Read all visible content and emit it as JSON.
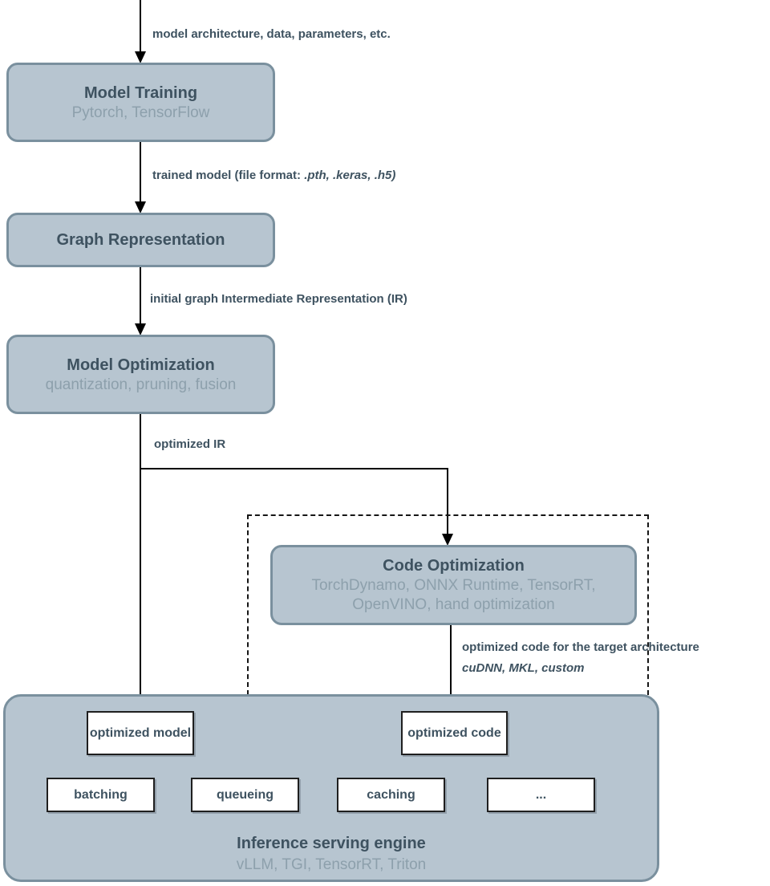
{
  "colors": {
    "node_fill": "#b7c5d0",
    "node_border": "#7a909e",
    "title_text": "#3e5260",
    "subtitle_text": "#8da0ac",
    "line": "#000000",
    "inner_box_bg": "#ffffff",
    "inner_box_border": "#1f1f1f"
  },
  "nodes": {
    "model_training": {
      "title": "Model Training",
      "subtitle": "Pytorch, TensorFlow"
    },
    "graph_representation": {
      "title": "Graph Representation"
    },
    "model_optimization": {
      "title": "Model Optimization",
      "subtitle": "quantization, pruning, fusion"
    },
    "code_optimization": {
      "title": "Code Optimization",
      "subtitle": "TorchDynamo, ONNX Runtime, TensorRT, OpenVINO, hand optimization"
    },
    "inference_engine": {
      "title": "Inference serving engine",
      "subtitle": "vLLM, TGI, TensorRT, Triton"
    }
  },
  "edge_labels": {
    "input": "model architecture, data, parameters, etc.",
    "trained_model_prefix": "trained model (file format: ",
    "trained_model_formats": ".pth, .keras, .h5)",
    "initial_ir": "initial graph Intermediate Representation (IR)",
    "optimized_ir": "optimized IR",
    "optimized_code_line1": "optimized code for the target architecture",
    "optimized_code_line2": "cuDNN, MKL, custom"
  },
  "inner_boxes": {
    "optimized_model": "optimized model",
    "optimized_code": "optimized code",
    "batching": "batching",
    "queueing": "queueing",
    "caching": "caching",
    "more": "..."
  }
}
